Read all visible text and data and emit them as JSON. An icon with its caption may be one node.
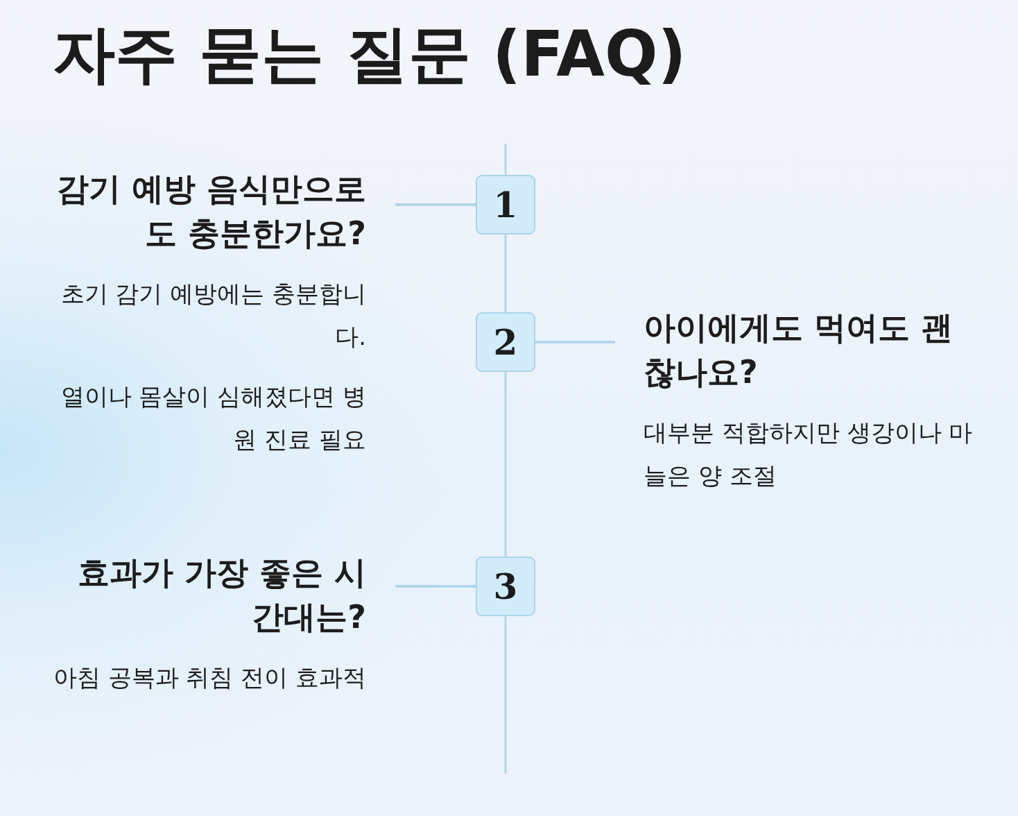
{
  "diagram": {
    "title": "자주 묻는 질문 (FAQ)",
    "nodes": [
      {
        "text": [
          "감기 예방 음식만으로도 충분한가요?",
          "초기 감기 예방에는 충분합니다.",
          "열이나 몸살이 심해졌다면 병원 진료 필요"
        ]
      },
      {
        "text": [
          "1"
        ]
      },
      {
        "text": [
          "2"
        ]
      },
      {
        "text": [
          "아이에게도 먹여도 괜찮나요?",
          "대부분 적합하지만 생강이나 마늘은 양 조절"
        ]
      },
      {
        "text": [
          "효과가 가장 좋은 시간대는?",
          "아침 공복과 취침 전이 효과적"
        ]
      },
      {
        "text": [
          "3"
        ]
      }
    ],
    "edges": [
      {
        "from": 0,
        "to": 1,
        "arrow": "none"
      },
      {
        "from": 2,
        "to": 3,
        "arrow": "none"
      },
      {
        "from": 4,
        "to": 5,
        "arrow": "none"
      }
    ]
  }
}
